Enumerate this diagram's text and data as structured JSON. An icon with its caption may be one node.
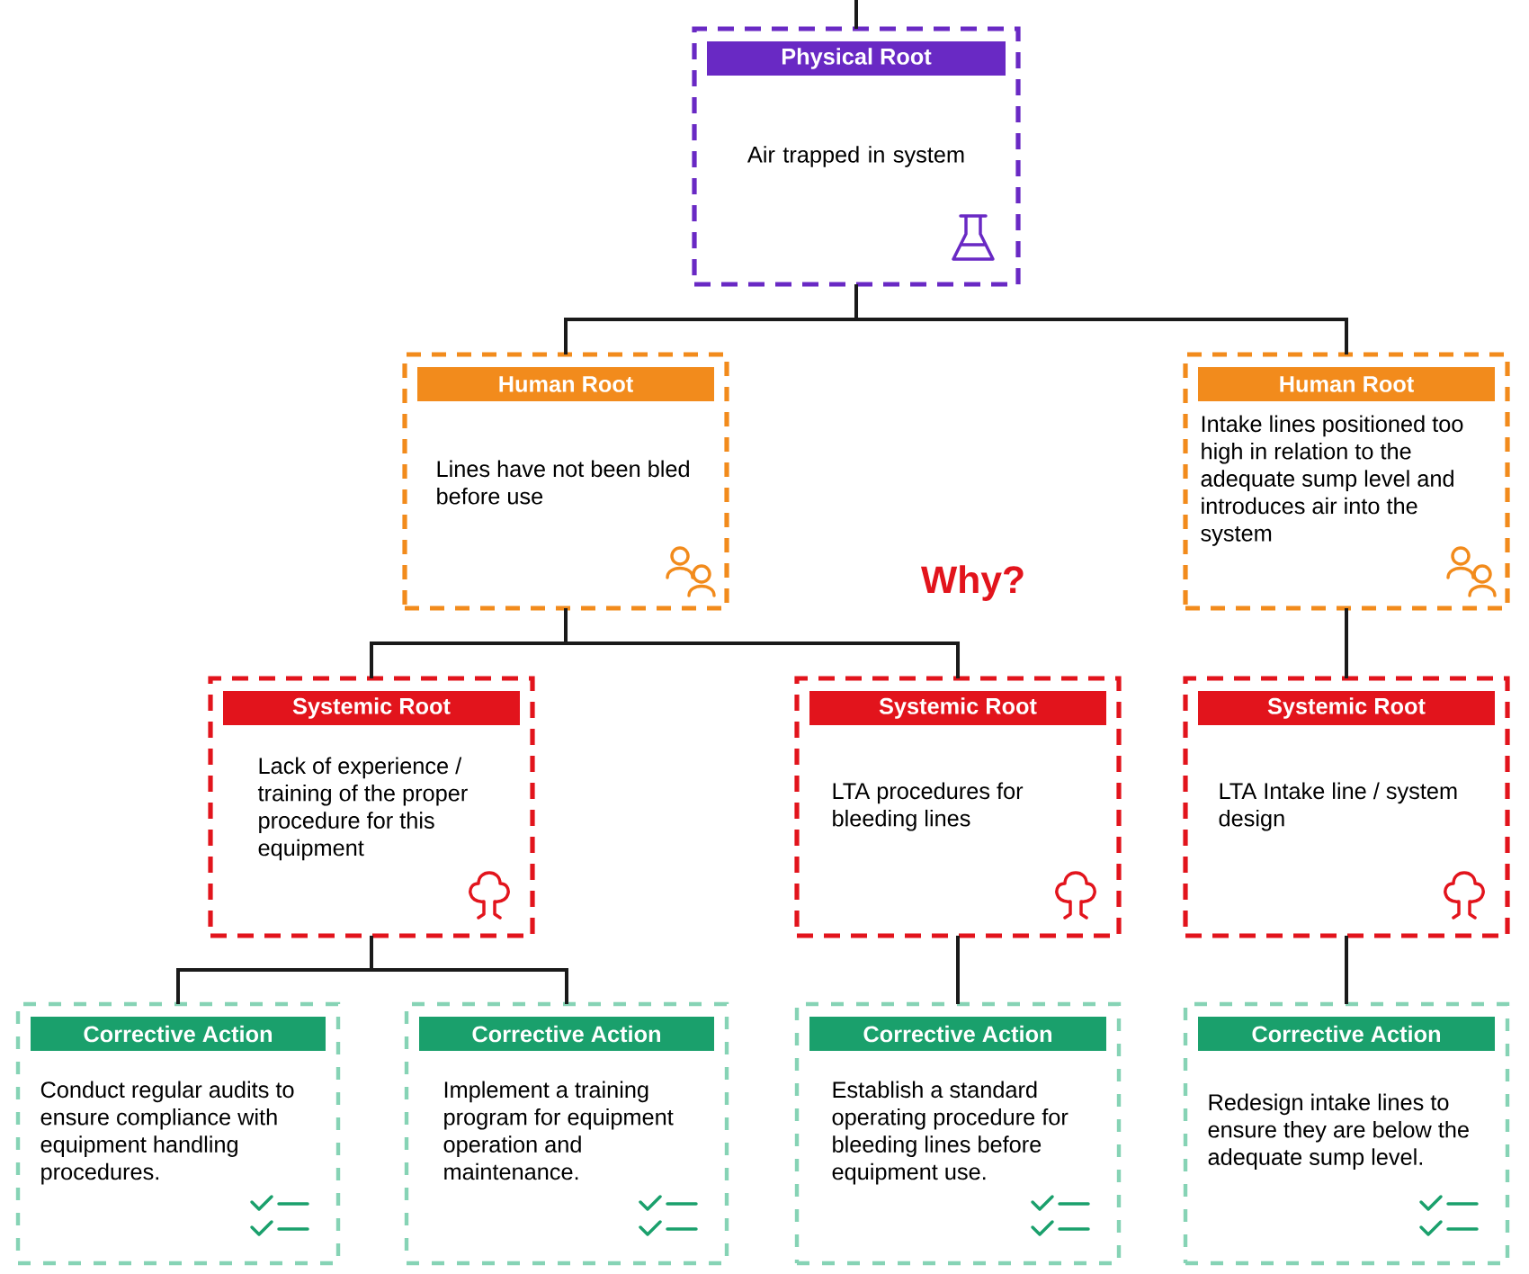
{
  "diagram": {
    "nodes": [
      {
        "text": [
          "Physical Root",
          "Air trapped in system"
        ]
      },
      {
        "text": [
          "Human Root",
          "Lines have not been bled before use"
        ]
      },
      {
        "text": [
          "Human Root",
          "Intake lines positioned too high in relation to the adequate sump level and introduces air into the system"
        ]
      },
      {
        "text": [
          "Systemic Root",
          "Lack of experience / training of the proper procedure for this equipment"
        ]
      },
      {
        "text": [
          "Systemic Root",
          "LTA procedures for bleeding lines"
        ]
      },
      {
        "text": [
          "Systemic Root",
          "LTA Intake line / system design"
        ]
      },
      {
        "text": [
          "Corrective Action",
          "Conduct regular audits to ensure compliance with equipment handling procedures."
        ]
      },
      {
        "text": [
          "Corrective Action",
          "Implement a training program for equipment operation and maintenance."
        ]
      },
      {
        "text": [
          "Corrective Action",
          "Establish a standard operating procedure for bleeding lines before equipment use."
        ]
      },
      {
        "text": [
          "Corrective Action",
          "Redesign intake lines to ensure they are below the adequate sump level."
        ]
      }
    ],
    "edges": [
      {
        "from": null,
        "to": 0,
        "arrow": "none"
      },
      {
        "from": 0,
        "to": 1,
        "arrow": "none"
      },
      {
        "from": 0,
        "to": 2,
        "arrow": "none"
      },
      {
        "from": 1,
        "to": 3,
        "arrow": "none"
      },
      {
        "from": 1,
        "to": 4,
        "arrow": "none"
      },
      {
        "from": 2,
        "to": 5,
        "arrow": "none"
      },
      {
        "from": 3,
        "to": 6,
        "arrow": "none"
      },
      {
        "from": 3,
        "to": 7,
        "arrow": "none"
      },
      {
        "from": 4,
        "to": 8,
        "arrow": "none"
      },
      {
        "from": 5,
        "to": 9,
        "arrow": "none"
      }
    ],
    "labels": [
      "Why?"
    ]
  }
}
